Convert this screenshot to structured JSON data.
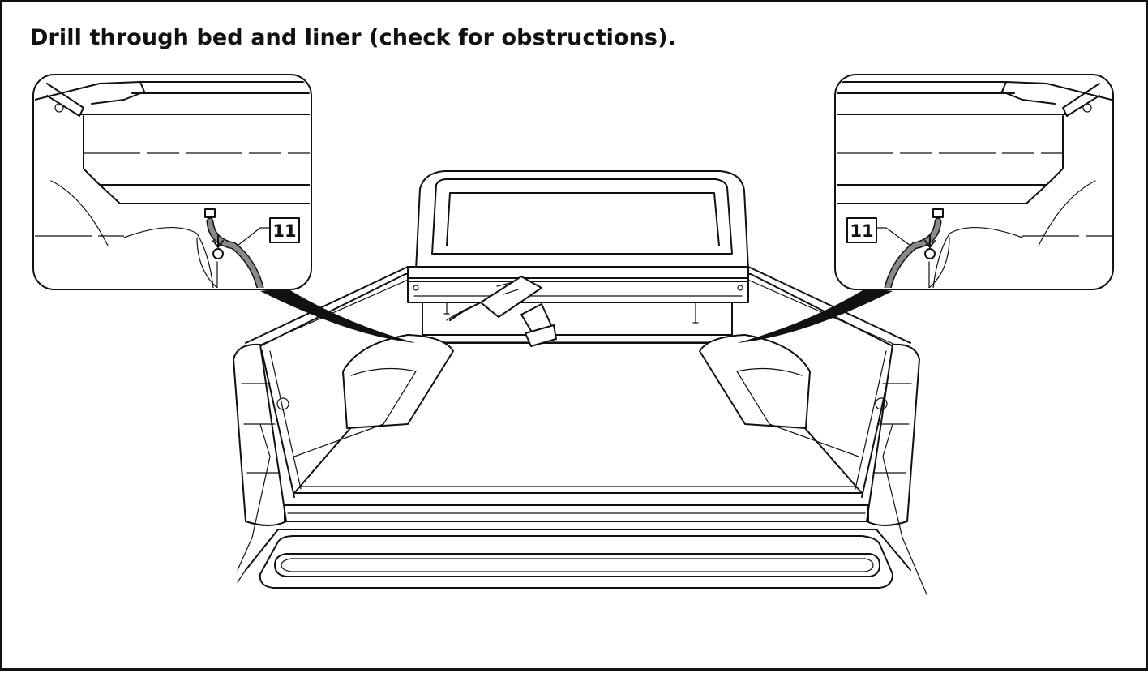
{
  "instruction": "Drill through bed and liner (check for obstructions).",
  "callouts": {
    "left_detail_part": "11",
    "right_detail_part": "11"
  },
  "colors": {
    "border": "#111111",
    "hose": "#8a8a8a"
  }
}
